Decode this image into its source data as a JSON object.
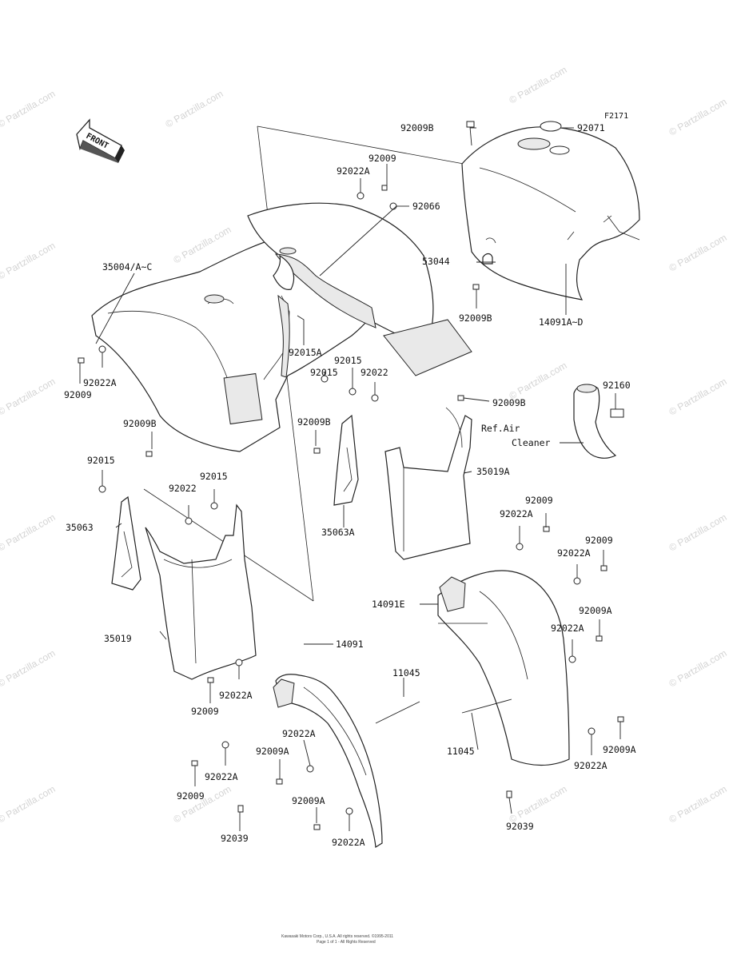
{
  "figure_code": "F2171",
  "front_marker": "FRONT",
  "ref_label_line1": "Ref.Air",
  "ref_label_line2": "Cleaner",
  "watermark_text": "© Partzilla.com",
  "copyright_line1": "Kawasaki Motors Corp., U.S.A. All rights reserved. ©1995-2011",
  "copyright_line2": "Page 1 of 1 - All Rights Reserved",
  "parts": {
    "p92009B_top": "92009B",
    "p92071": "92071",
    "p92009_top": "92009",
    "p92022A_top": "92022A",
    "p92066": "92066",
    "p35004": "35004/A~C",
    "p53044": "53044",
    "p92009B_mid": "92009B",
    "p14091AD": "14091A~D",
    "p92015A": "92015A",
    "p92022A_left": "92022A",
    "p92009_left": "92009",
    "p92015_a": "92015",
    "p92015_b": "92015",
    "p92022_mid": "92022",
    "p92009B_right": "92009B",
    "p92160": "92160",
    "p92009B_left": "92009B",
    "p92009B_center": "92009B",
    "p35019A": "35019A",
    "p92015_c": "92015",
    "p92015_d": "92015",
    "p92022_left": "92022",
    "p35063": "35063",
    "p35063A": "35063A",
    "p92009_r1": "92009",
    "p92022A_r1": "92022A",
    "p92009_r2": "92009",
    "p92022A_r2": "92022A",
    "p14091E": "14091E",
    "p92009A_r": "92009A",
    "p92022A_r3": "92022A",
    "p35019": "35019",
    "p14091": "14091",
    "p11045_top": "11045",
    "p92022A_b1": "92022A",
    "p92009_b1": "92009",
    "p92022A_b2": "92022A",
    "p92009A_b": "92009A",
    "p92022A_b3": "92022A",
    "p92009_b2": "92009",
    "p92009A_b2": "92009A",
    "p92039_left": "92039",
    "p92022A_b4": "92022A",
    "p11045_right": "11045",
    "p92009A_br": "92009A",
    "p92022A_br": "92022A",
    "p92039_right": "92039"
  }
}
